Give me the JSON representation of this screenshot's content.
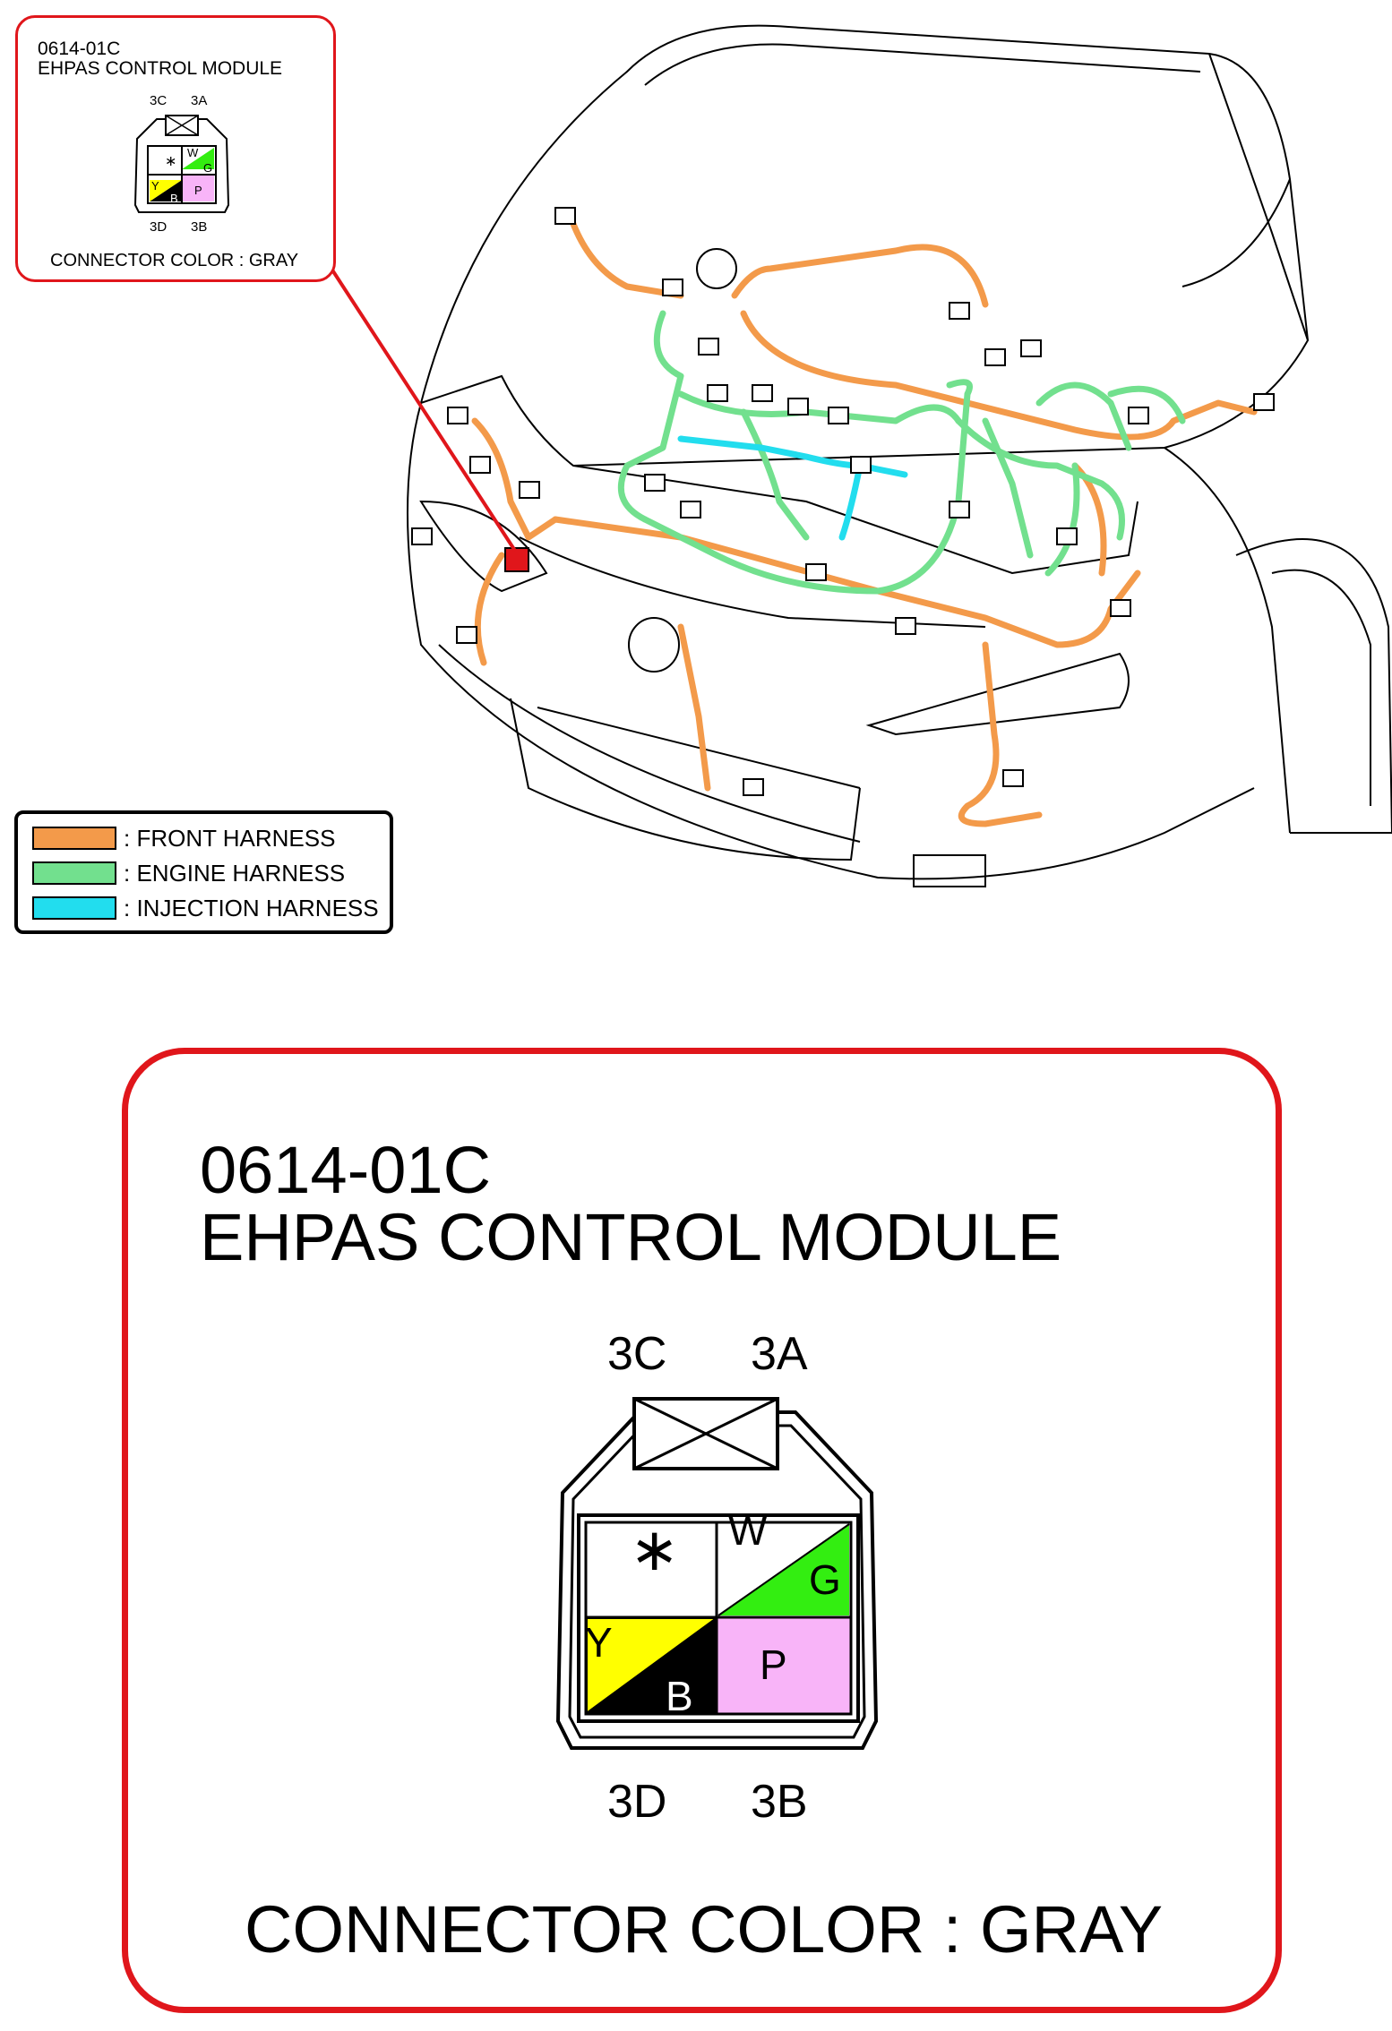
{
  "connector": {
    "code": "0614-01C",
    "name": "EHPAS CONTROL MODULE",
    "color_label": "CONNECTOR COLOR : GRAY",
    "pin_labels": {
      "top_left": "3C",
      "top_right": "3A",
      "bottom_left": "3D",
      "bottom_right": "3B"
    },
    "pins": {
      "3C": {
        "wire": "∗"
      },
      "3A": {
        "wire_top": "W",
        "wire_bottom": "G"
      },
      "3D": {
        "wire_top": "Y",
        "wire_bottom": "B"
      },
      "3B": {
        "wire": "P"
      }
    },
    "wire_colors": {
      "W": "#ffffff",
      "G": "#33ee11",
      "Y": "#ffff00",
      "B": "#000000",
      "P": "#f8b4f8"
    }
  },
  "legend": [
    {
      "label": ": FRONT HARNESS",
      "color": "#f39a4a"
    },
    {
      "label": ": ENGINE HARNESS",
      "color": "#72e08e"
    },
    {
      "label": ": INJECTION HARNESS",
      "color": "#22ddee"
    }
  ],
  "highlight_color": "#e0161b"
}
